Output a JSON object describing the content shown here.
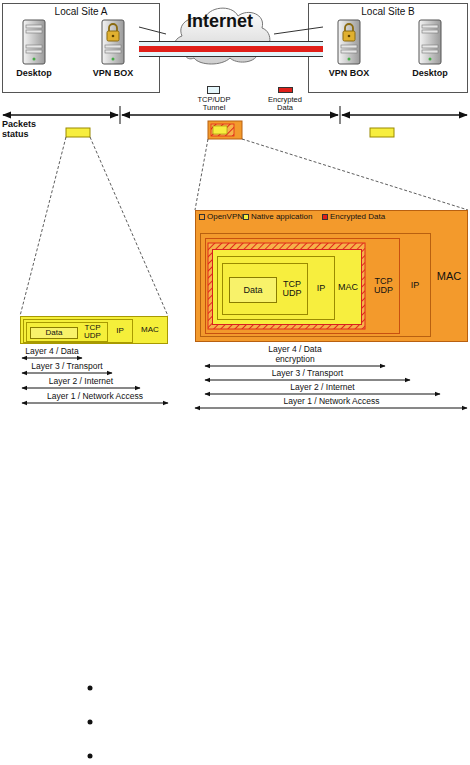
{
  "diagram": {
    "nodes": [
      {
        "text": [
          "Local Site A"
        ]
      },
      {
        "text": [
          "Desktop"
        ],
        "in": 0
      },
      {
        "text": [
          "VPN BOX"
        ],
        "in": 0
      },
      {
        "text": [
          "Internet"
        ]
      },
      {
        "text": [
          "Local Site B"
        ]
      },
      {
        "text": [
          "VPN BOX"
        ],
        "in": 4
      },
      {
        "text": [
          "Desktop"
        ],
        "in": 4
      },
      {
        "text": [
          "MAC"
        ]
      },
      {
        "text": [
          "IP"
        ],
        "in": 7
      },
      {
        "text": [
          "TCP UDP"
        ],
        "in": 8
      },
      {
        "text": [
          "Data"
        ],
        "in": 9
      },
      {
        "text": [
          "MAC"
        ]
      },
      {
        "text": [
          "IP"
        ],
        "in": 11
      },
      {
        "text": [
          "TCP UDP"
        ],
        "in": 12
      },
      {
        "text": [
          "MAC"
        ],
        "in": 13
      },
      {
        "text": [
          "IP"
        ],
        "in": 14
      },
      {
        "text": [
          "TCP UDP"
        ],
        "in": 15
      },
      {
        "text": [
          "Data"
        ],
        "in": 16
      }
    ],
    "edges": [
      {
        "from": 2,
        "to": 5,
        "arrow": "none"
      },
      {
        "from": 2,
        "to": 3,
        "arrow": "none"
      },
      {
        "from": 3,
        "to": 5,
        "arrow": "none"
      }
    ],
    "labels": [
      "Packets status",
      "Layer 4 / Data",
      "Layer 3 / Transport",
      "Layer 2 / Internet",
      "Layer 1 / Network Access",
      "Layer 4 / Data encryption",
      "Layer 3 / Transport",
      "Layer 2 / Internet",
      "Layer 1 / Network Access"
    ],
    "legend": [
      {
        "text": "TCP/UDP Tunnel",
        "color": "#e4f6fb"
      },
      {
        "text": "Encrypted Data",
        "color": "#e0201a"
      },
      {
        "text": "OpenVPN",
        "color": "#f39a2c"
      },
      {
        "text": "Native appication",
        "color": "#f7ee3e"
      },
      {
        "text": "Encrypted Data",
        "color": "#e0201a"
      }
    ]
  }
}
